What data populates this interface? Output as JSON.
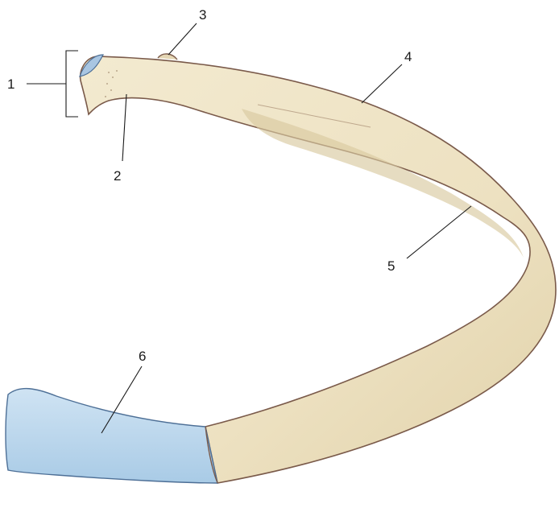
{
  "colors": {
    "bone_fill": "#eee3c4",
    "bone_shade": "#d9c9a0",
    "bone_outline": "#7a5a4a",
    "cartilage_fill": "#bcd8ee",
    "cartilage_outline": "#4d6f96",
    "leader_line": "#1a1a1a"
  },
  "callouts": [
    {
      "id": "1",
      "label": "1"
    },
    {
      "id": "2",
      "label": "2"
    },
    {
      "id": "3",
      "label": "3"
    },
    {
      "id": "4",
      "label": "4"
    },
    {
      "id": "5",
      "label": "5"
    },
    {
      "id": "6",
      "label": "6"
    }
  ]
}
